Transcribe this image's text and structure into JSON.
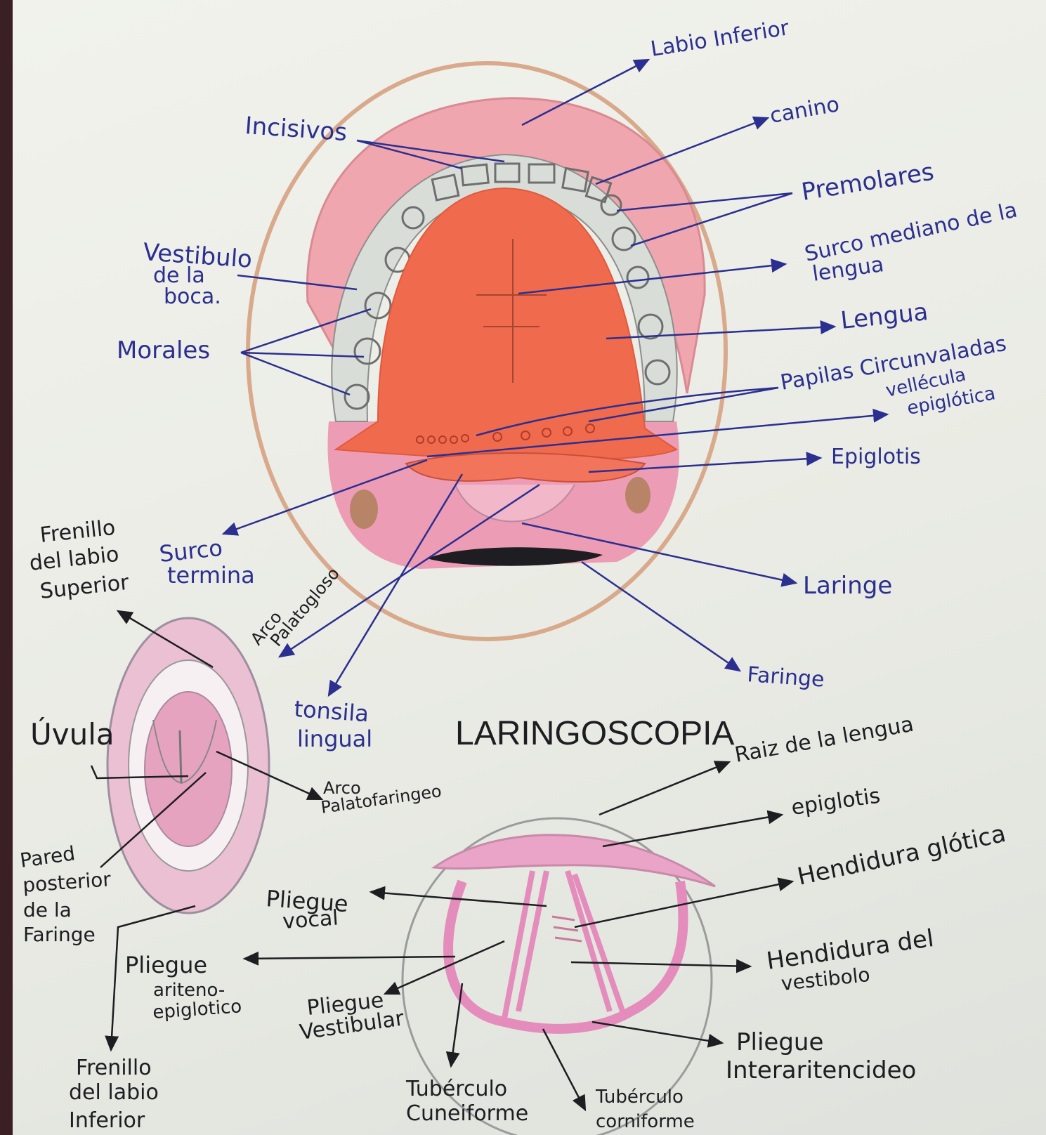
{
  "title": "LARINGOSCOPIA",
  "colors": {
    "blue_ink": "#2b2f8f",
    "black_ink": "#1d1d22",
    "tongue": "#f06a4e",
    "lip_pink": "#f0a6ae",
    "mucosa": "#e89bc0"
  },
  "labels": {
    "labio_inferior": "Labio Inferior",
    "canino": "canino",
    "incisivos": "Incisivos",
    "premolares": "Premolares",
    "surco_mediano_1": "Surco mediano de la",
    "surco_mediano_2": "lengua",
    "vestibulo_1": "Vestibulo",
    "vestibulo_2": "de la",
    "vestibulo_3": "boca.",
    "molares": "Morales",
    "lengua": "Lengua",
    "papilas": "Papilas Circunvaladas",
    "vallecula_1": "vellécula",
    "vallecula_2": "epiglótica",
    "epiglotis_top": "Epiglotis",
    "frenillo_sup_1": "Frenillo",
    "frenillo_sup_2": "del labio",
    "frenillo_sup_3": "Superior",
    "surco_terminal_1": "Surco",
    "surco_terminal_2": "termina",
    "arco_palatogloso_1": "Arco",
    "arco_palatogloso_2": "Palatogloso",
    "laringe": "Laringe",
    "faringe": "Faringe",
    "tonsila_1": "tonsila",
    "tonsila_2": "lingual",
    "uvula": "Úvula",
    "raiz_lengua": "Raiz de la lengua",
    "arco_palatofaringeo_1": "Arco",
    "arco_palatofaringeo_2": "Palatofaringeo",
    "epiglotis_bottom": "epiglotis",
    "hendidura_glotica": "Hendidura glótica",
    "pared_1": "Pared",
    "pared_2": "posterior",
    "pared_3": "de la",
    "pared_4": "Faringe",
    "pliegue_vocal_1": "Pliegue",
    "pliegue_vocal_2": "vocal",
    "pliegue_arit_1": "Pliegue",
    "pliegue_arit_2": "ariteno-",
    "pliegue_arit_3": "epiglotico",
    "hendidura_vest_1": "Hendidura del",
    "hendidura_vest_2": "vestibolo",
    "pliegue_vest_1": "Pliegue",
    "pliegue_vest_2": "Vestibular",
    "pliegue_inter_1": "Pliegue",
    "pliegue_inter_2": "Interaritencideo",
    "frenillo_inf_1": "Frenillo",
    "frenillo_inf_2": "del labio",
    "frenillo_inf_3": "Inferior",
    "tuberculo_cun_1": "Tubérculo",
    "tuberculo_cun_2": "Cuneiforme",
    "tuberculo_cor_1": "Tubérculo",
    "tuberculo_cor_2": "corniforme"
  }
}
